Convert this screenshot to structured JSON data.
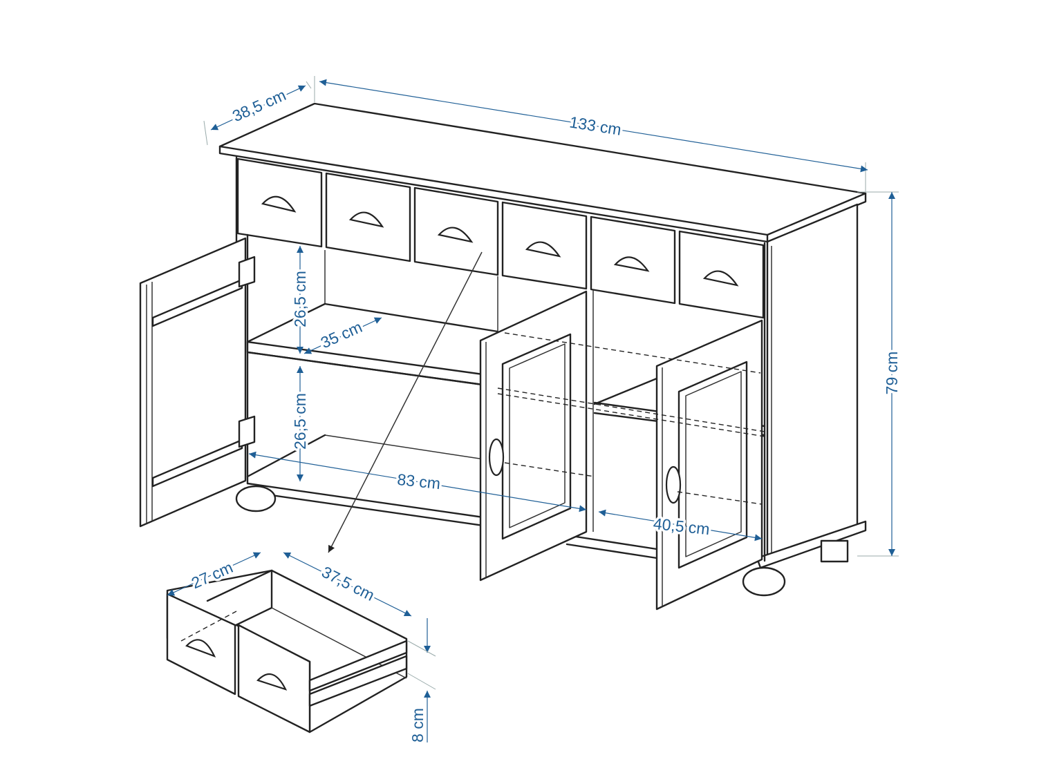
{
  "dimensions": {
    "depth": "38,5 cm",
    "width": "133 cm",
    "height": "79 cm",
    "compartment_height_upper": "26,5 cm",
    "compartment_height_lower": "26,5 cm",
    "shelf_depth": "35 cm",
    "inner_width": "83 cm",
    "right_compartment_width": "40,5 cm",
    "drawer_width": "27 cm",
    "drawer_depth": "37,5 cm",
    "drawer_height": "8 cm"
  },
  "colors": {
    "dimension_lines": "#1f5f96",
    "outline": "#222222"
  },
  "icons": {
    "arrowhead": "triangle-arrow",
    "cup-handle": "half-moon-pull",
    "door-knob": "oval-knob"
  }
}
